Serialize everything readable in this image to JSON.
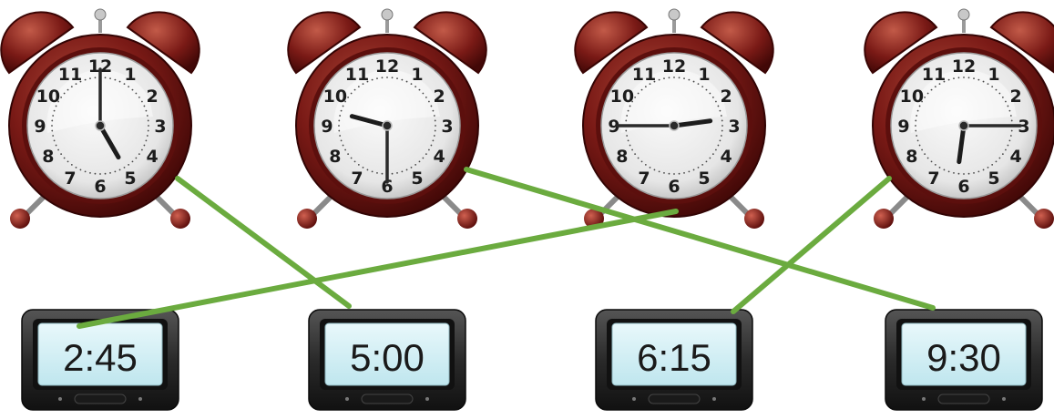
{
  "clocks": [
    {
      "hour": 5,
      "minute": 0
    },
    {
      "hour": 9,
      "minute": 30
    },
    {
      "hour": 2,
      "minute": 45
    },
    {
      "hour": 6,
      "minute": 15
    }
  ],
  "clock_numbers": [
    "12",
    "1",
    "2",
    "3",
    "4",
    "5",
    "6",
    "7",
    "8",
    "9",
    "10",
    "11"
  ],
  "displays": [
    {
      "label": "2:45"
    },
    {
      "label": "5:00"
    },
    {
      "label": "6:15"
    },
    {
      "label": "9:30"
    }
  ],
  "matches": [
    {
      "clock": 1,
      "display": 2
    },
    {
      "clock": 2,
      "display": 4
    },
    {
      "clock": 3,
      "display": 1
    },
    {
      "clock": 4,
      "display": 3
    }
  ],
  "colors": {
    "match_line": "#6bab3f",
    "clock_body": "#6e1414",
    "clock_face": "#f2f2f2",
    "display_screen": "#cfeef4",
    "display_frame": "#2a2a2a"
  }
}
